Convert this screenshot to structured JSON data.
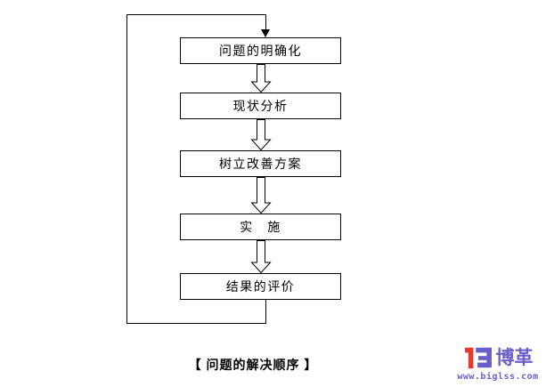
{
  "diagram": {
    "boxes": [
      {
        "label": "问题的明确化"
      },
      {
        "label": "现状分析"
      },
      {
        "label": "树立改善方案"
      },
      {
        "label": "实　施"
      },
      {
        "label": "结果的评价"
      }
    ],
    "caption": "【 问题的解决顺序 】"
  },
  "logo": {
    "brand": "博革",
    "url": "www.biglss.com",
    "colors": {
      "red": "#e63a30",
      "purple": "#6a5ec9"
    }
  },
  "colors": {
    "line": "#000000",
    "background": "#ffffff"
  }
}
